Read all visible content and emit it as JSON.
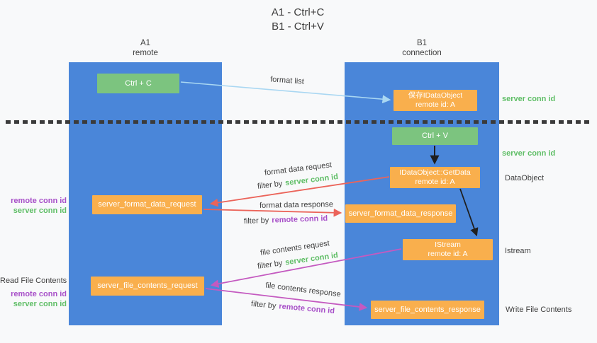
{
  "title": {
    "line1": "A1 - Ctrl+C",
    "line2": "B1 - Ctrl+V"
  },
  "lifelines": [
    {
      "name": "A1",
      "role": "remote"
    },
    {
      "name": "B1",
      "role": "connection"
    }
  ],
  "nodes": {
    "ctrl_c": {
      "label": "Ctrl + C"
    },
    "save_idataobject": {
      "line1": "保存IDataObject",
      "line2": "remote id: A"
    },
    "ctrl_v": {
      "label": "Ctrl + V"
    },
    "getdata": {
      "line1": "IDataObject::GetData",
      "line2": "remote id: A"
    },
    "format_request": {
      "label": "server_format_data_request"
    },
    "format_response": {
      "label": "server_format_data_response"
    },
    "istream": {
      "line1": "IStream",
      "line2": "remote id: A"
    },
    "file_request": {
      "label": "server_file_contents_request"
    },
    "file_response": {
      "label": "server_file_contents_response"
    }
  },
  "edge_labels": {
    "format_list": "format list",
    "format_data_request": "format data request",
    "format_data_response": "format data response",
    "file_contents_request": "file contents request",
    "file_contents_response": "file contents response",
    "filter_by": "filter by",
    "server_conn_id": "server conn id",
    "remote_conn_id": "remote conn id"
  },
  "side_labels": {
    "read_file_contents": "Read File Contents",
    "write_file_contents": "Write File Contents",
    "dataobject": "DataObject",
    "istream": "Istream"
  },
  "colors": {
    "col_blue": "#4A86D9",
    "box_green": "#7CC47F",
    "box_orange": "#F9AF4D",
    "text_green": "#5FBE66",
    "text_purple": "#A74FC8",
    "arrow_red": "#EB645A",
    "arrow_magenta": "#C45AC0",
    "arrow_blue": "#A9D7F2",
    "arrow_black": "#1f1f1f"
  }
}
